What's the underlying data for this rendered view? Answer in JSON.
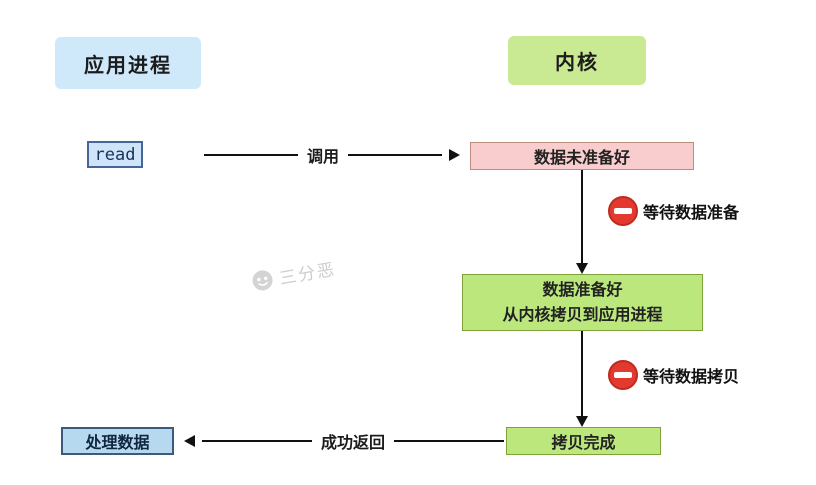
{
  "headers": {
    "app_process": "应用进程",
    "kernel": "内核"
  },
  "nodes": {
    "read": "read",
    "not_ready": "数据未准备好",
    "ready_line1": "数据准备好",
    "ready_line2": "从内核拷贝到应用进程",
    "copy_done": "拷贝完成",
    "process_data": "处理数据"
  },
  "arrows": {
    "call": "调用",
    "return_success": "成功返回"
  },
  "waits": {
    "prepare": "等待数据准备",
    "copy": "等待数据拷贝"
  },
  "watermark": "三分恶",
  "icons": {
    "no_entry": "no-entry-icon",
    "ghost": "ghost-watermark-icon"
  },
  "colors": {
    "app_header_bg": "#cfe9fb",
    "kernel_header_bg": "#c9ea93",
    "read_bg": "#cfe4f7",
    "read_border": "#44679a",
    "not_ready_bg": "#f9cdce",
    "not_ready_border": "#bd8d80",
    "green_bg": "#bce77d",
    "green_border": "#7fa23b",
    "process_bg": "#b7d9ef",
    "process_border": "#3c5a7d",
    "arrow_color": "#111111",
    "stop_sign_red": "#e23a2e",
    "watermark_gray": "#cdcdcd"
  }
}
